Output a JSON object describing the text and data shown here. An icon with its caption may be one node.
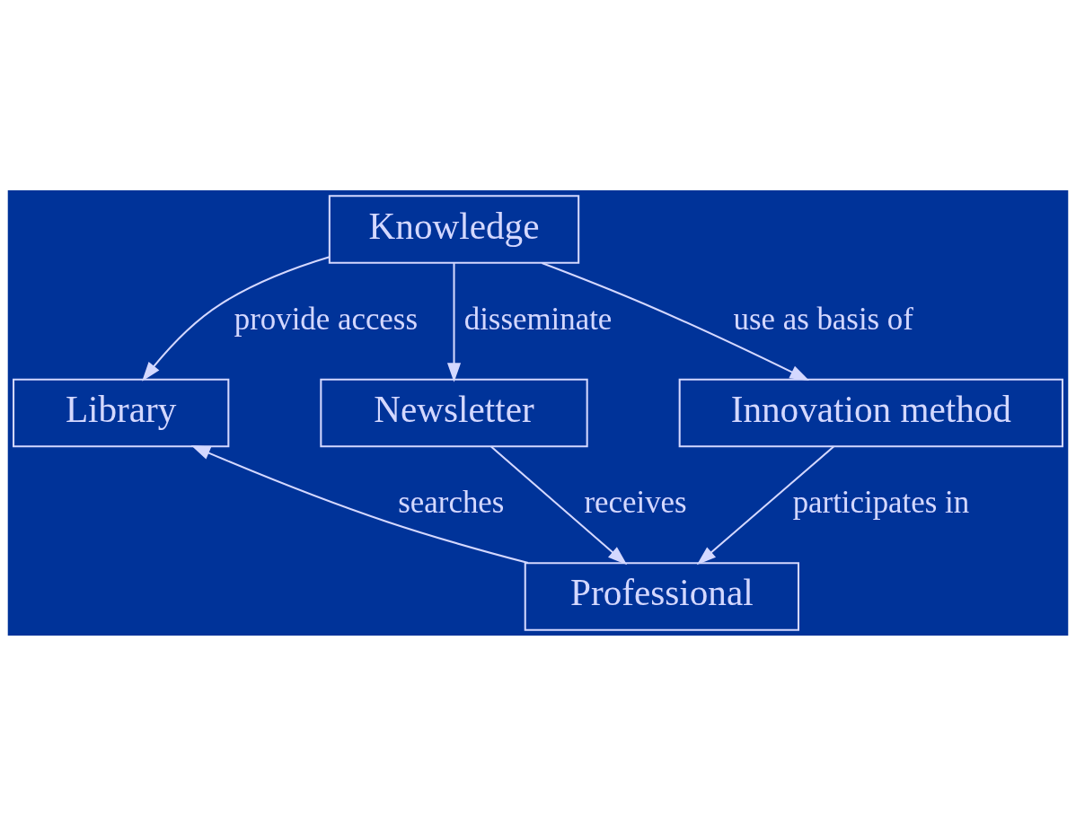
{
  "diagram": {
    "nodes": [
      {
        "text": [
          "Knowledge"
        ]
      },
      {
        "text": [
          "Library"
        ]
      },
      {
        "text": [
          "Newsletter"
        ]
      },
      {
        "text": [
          "Innovation method"
        ]
      },
      {
        "text": [
          "Professional"
        ]
      }
    ],
    "edges": [
      {
        "from": 0,
        "to": 1,
        "arrow": "to",
        "label": "provide access"
      },
      {
        "from": 0,
        "to": 2,
        "arrow": "to",
        "label": "disseminate"
      },
      {
        "from": 0,
        "to": 3,
        "arrow": "to",
        "label": "use as basis of"
      },
      {
        "from": 4,
        "to": 1,
        "arrow": "to",
        "label": "searches"
      },
      {
        "from": 2,
        "to": 4,
        "arrow": "to",
        "label": "receives"
      },
      {
        "from": 3,
        "to": 4,
        "arrow": "to",
        "label": "participates in"
      }
    ]
  }
}
